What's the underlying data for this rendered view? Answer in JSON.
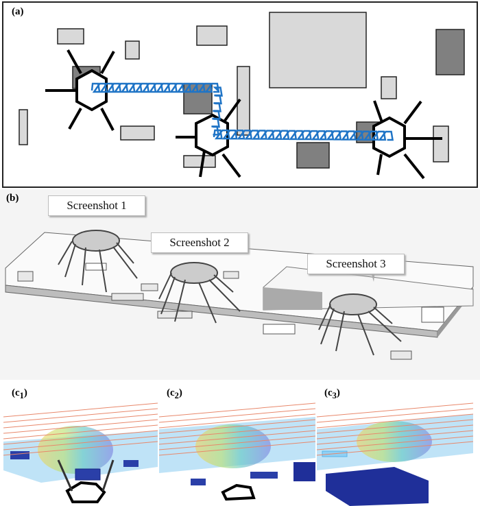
{
  "panels": {
    "a": {
      "label": "(a)"
    },
    "b": {
      "label": "(b)",
      "callouts": [
        "Screenshot 1",
        "Screenshot 2",
        "Screenshot 3"
      ]
    },
    "c": {
      "labels": [
        {
          "base": "(c",
          "sub": "1",
          "close": ")"
        },
        {
          "base": "(c",
          "sub": "2",
          "close": ")"
        },
        {
          "base": "(c",
          "sub": "3",
          "close": ")"
        }
      ]
    }
  },
  "colors": {
    "path": "#1f74c6",
    "obstacle_light": "#d9d9d9",
    "obstacle_dark": "#808080",
    "grid": "#e8876a",
    "floor": "#bfe3f7",
    "box": "#2a3fa8"
  }
}
